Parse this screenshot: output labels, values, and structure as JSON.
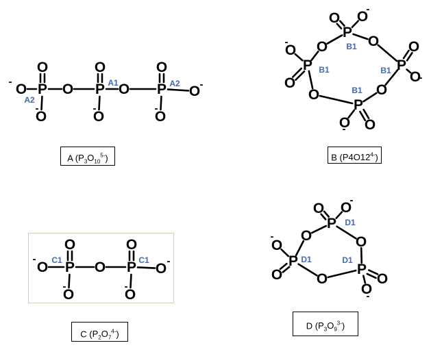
{
  "panels": [
    {
      "key": "A",
      "letter": "A",
      "formula": [
        [
          "P",
          "n"
        ],
        [
          "3",
          "sub"
        ],
        [
          "O",
          "n"
        ],
        [
          "10",
          "sub"
        ],
        [
          "5-",
          "sup"
        ]
      ],
      "site_label": "A1",
      "site_label_2": "A2"
    },
    {
      "key": "B",
      "letter": "B",
      "formula": [
        [
          "P",
          "n"
        ],
        [
          "4",
          "n"
        ],
        [
          "O",
          "n"
        ],
        [
          "12",
          "n"
        ],
        [
          "4-",
          "sup"
        ]
      ],
      "site_label": "B1"
    },
    {
      "key": "C",
      "letter": "C",
      "formula": [
        [
          "P",
          "n"
        ],
        [
          "2",
          "sub"
        ],
        [
          "O",
          "n"
        ],
        [
          "7",
          "sub"
        ],
        [
          "4-",
          "sup"
        ]
      ],
      "site_label": "C1"
    },
    {
      "key": "D",
      "letter": "D",
      "formula": [
        [
          "P",
          "n"
        ],
        [
          "3",
          "sub"
        ],
        [
          "O",
          "n"
        ],
        [
          "9",
          "sub"
        ],
        [
          "3-",
          "sup"
        ]
      ],
      "site_label": "D1"
    }
  ],
  "atoms": {
    "phosphorus": "P",
    "oxygen": "O"
  },
  "charge": "-"
}
